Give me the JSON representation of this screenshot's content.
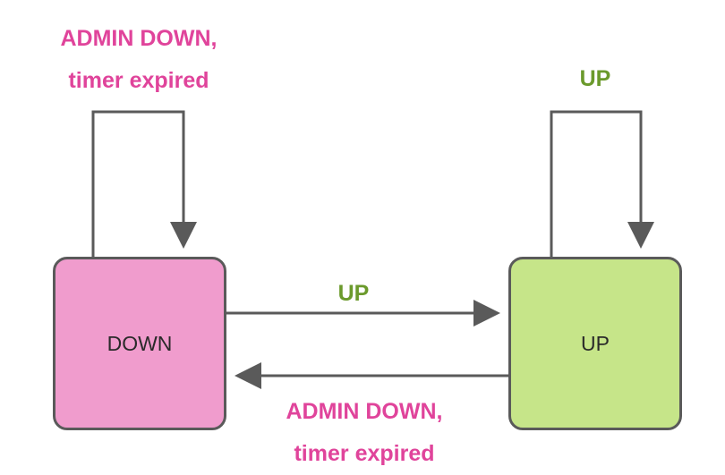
{
  "colors": {
    "down_fill": "#f09ccd",
    "up_fill": "#c6e589",
    "border": "#5a5a5a",
    "pink_label": "#e0449b",
    "green_label": "#6b9a2c"
  },
  "states": {
    "down": {
      "label": "DOWN"
    },
    "up": {
      "label": "UP"
    }
  },
  "transitions": {
    "down_self": {
      "line1": "ADMIN DOWN,",
      "line2": "timer expired"
    },
    "up_self": {
      "label": "UP"
    },
    "down_to_up": {
      "label": "UP"
    },
    "up_to_down": {
      "line1": "ADMIN DOWN,",
      "line2": "timer expired"
    }
  }
}
